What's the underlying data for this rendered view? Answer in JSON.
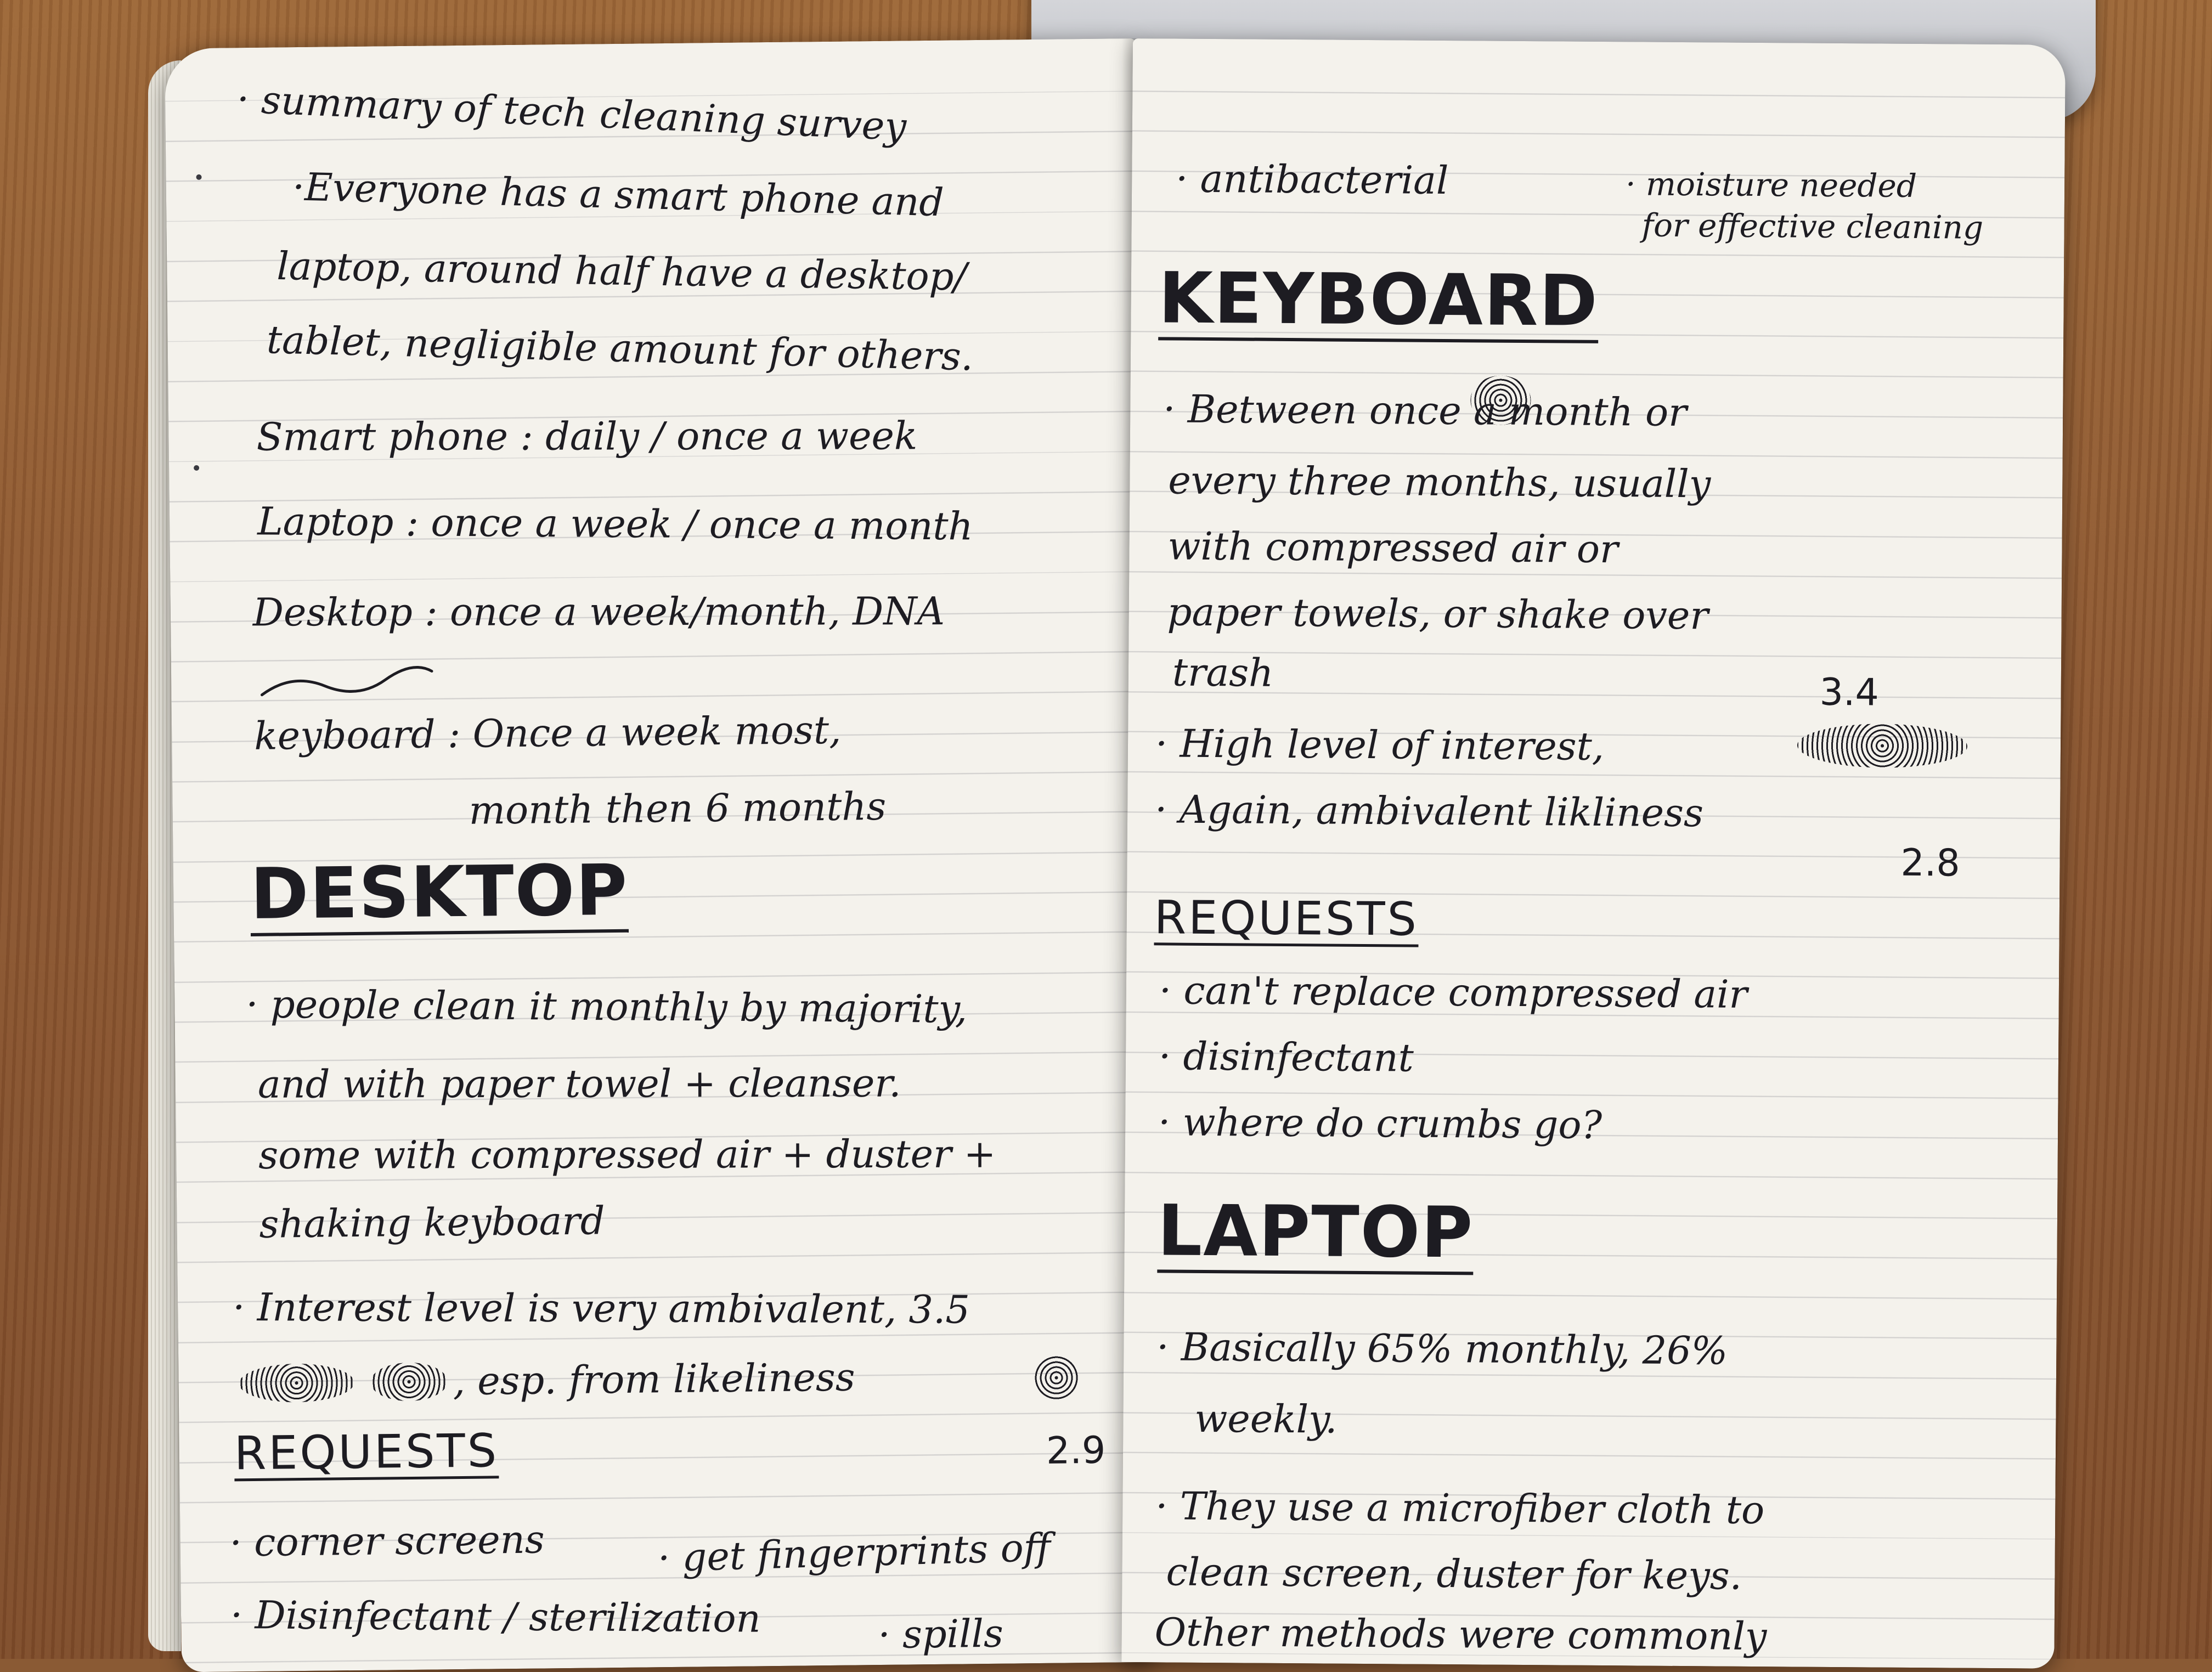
{
  "left_page": {
    "lines": [
      "· summary of tech cleaning survey",
      "·Everyone has a smart phone and",
      "laptop, around half have a desktop/",
      "tablet, negligible amount for others.",
      "Smart phone : daily / once a week",
      "Laptop : once a week / once a month",
      "Desktop : once a week/month, DNA",
      "keyboard : Once a week most,",
      "month then 6 months"
    ],
    "heading_desktop": "DESKTOP",
    "desktop_lines": [
      "· people clean it monthly by majority,",
      "and with paper towel + cleanser.",
      "some with compressed air + duster +",
      "shaking keyboard"
    ],
    "interest_lines": [
      "· Interest level is very ambivalent, 3.5",
      ", esp. from likeliness"
    ],
    "requests_heading": "REQUESTS",
    "requests_score": "2.9",
    "requests_lines": [
      "· corner screens",
      "· get fingerprints off",
      "· Disinfectant / sterilization",
      "· spills"
    ]
  },
  "right_page": {
    "top_items": [
      "· antibacterial",
      "· moisture needed",
      "for effective cleaning"
    ],
    "heading_keyboard": "KEYBOARD",
    "keyboard_lines": [
      "· Between once a month or",
      "every three months, usually",
      "with compressed air or",
      "paper towels, or shake over",
      "trash"
    ],
    "score_interest": "3.4",
    "keyboard_interest": "· High level of interest,",
    "keyboard_likeliness": "· Again, ambivalent likliness",
    "score_likeliness": "2.8",
    "requests_heading": "REQUESTS",
    "requests_lines": [
      "· can't replace compressed air",
      "· disinfectant",
      "· where do crumbs go?"
    ],
    "heading_laptop": "LAPTOP",
    "laptop_lines": [
      "· Basically 65% monthly, 26%",
      "weekly.",
      "· They use a microfiber cloth to",
      "clean screen, duster for keys.",
      "Other methods were commonly"
    ]
  },
  "colors": {
    "ink": "#1d1c22",
    "paper": "#f4f2ec",
    "table": "#8a5530",
    "laptop": "#c9cbcf"
  }
}
